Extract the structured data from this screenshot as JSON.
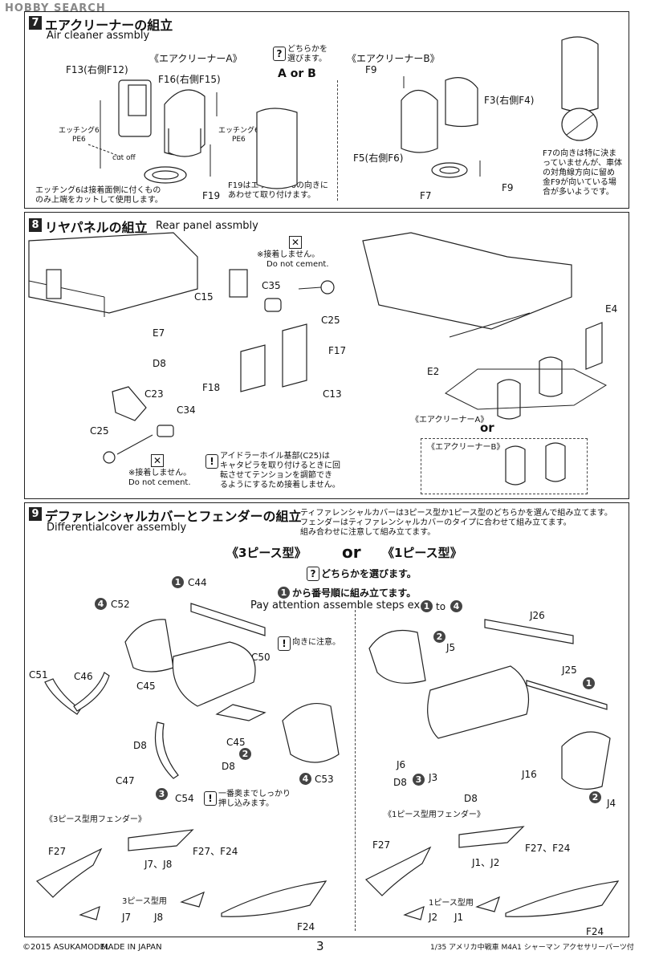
{
  "watermark": "HOBBY SEARCH",
  "step7": {
    "num": "7",
    "title": "エアクリーナーの組立",
    "subtitle": "Air cleaner assmbly",
    "variant_a": "《エアクリーナーA》",
    "variant_b": "《エアクリーナーB》",
    "choose_note": "どちらかを\n選びます。",
    "a_or_b": "A or B",
    "labels": {
      "f13": "F13(右側F12)",
      "f16": "F16(右側F15)",
      "etch_left": "エッチング6\nPE6",
      "etch_right": "エッチング6\nPE6",
      "cutoff": "cut off",
      "f19": "F19",
      "f9_top": "F9",
      "f3": "F3(右側F4)",
      "f5": "F5(右側F6)",
      "f7": "F7",
      "f9_bottom": "F9"
    },
    "note_etch": "エッチング6は接着面側に付くもの\nのみ上端をカットして使用します。",
    "note_f19": "F19はエッチング6の向きに\nあわせて取り付けます。",
    "note_f7": "F7の向きは特に決ま\nっていませんが、車体\nの対角線方向に留め\n金F9が向いている場\n合が多いようです。"
  },
  "step8": {
    "num": "8",
    "title": "リヤパネルの組立",
    "subtitle": "Rear panel assmbly",
    "no_cement_jp": "※接着しません。",
    "no_cement_en": "Do not cement.",
    "labels": {
      "c35": "C35",
      "c15": "C15",
      "c25_top": "C25",
      "e7": "E7",
      "d8": "D8",
      "f17": "F17",
      "f18": "F18",
      "c13": "C13",
      "c23": "C23",
      "c34": "C34",
      "c25_bottom": "C25",
      "e4": "E4",
      "e2": "E2"
    },
    "idler_note": "アイドラーホイル基部(C25)は\nキャタピラを取り付けるときに回\n転させてテンションを調節でき\nるようにするため接着しません。",
    "cleaner_a": "《エアクリーナーA》",
    "or": "or",
    "cleaner_b": "《エアクリーナーB》"
  },
  "step9": {
    "num": "9",
    "title": "デファレンシャルカバーとフェンダーの組立",
    "subtitle": "Differentialcover assembly",
    "note": "ティファレンシャルカバーは3ピース型か1ピース型のどちらかを選んで組み立てます。\nフェンダーはティファレンシャルカバーのタイプに合わせて組み立てます。\n組み合わせに注意して組み立てます。",
    "three_piece": "《3ピース型》",
    "or": "or",
    "one_piece": "《1ピース型》",
    "choose": "どちらかを選びます。",
    "order_jp": "から番号順に組み立てます。",
    "order_en": "Pay attention assemble steps ex",
    "order_to": "to",
    "direction_note": "向きに注意。",
    "push_note": "一番奥までしっかり\n押し込みます。",
    "labels": {
      "c44": "C44",
      "c52": "C52",
      "c50": "C50",
      "c51": "C51",
      "c46": "C46",
      "c45a": "C45",
      "c45b": "C45",
      "d8a": "D8",
      "d8b": "D8",
      "c47": "C47",
      "c54": "C54",
      "c53": "C53",
      "j26": "J26",
      "j5": "J5",
      "j25": "J25",
      "j6": "J6",
      "d8c": "D8",
      "j3": "J3",
      "d8d": "D8",
      "j16": "J16",
      "j4": "J4"
    },
    "fender3_title": "《3ピース型用フェンダー》",
    "fender1_title": "《1ピース型用フェンダー》",
    "fender_labels": {
      "f27a": "F27",
      "j7j8": "J7、J8",
      "f27f24a": "F27、F24",
      "three_use": "3ピース型用",
      "j7": "J7",
      "j8": "J8",
      "f24a": "F24",
      "f27b": "F27",
      "j1j2": "J1、J2",
      "f27f24b": "F27、F24",
      "one_use": "1ピース型用",
      "j2": "J2",
      "j1": "J1",
      "f24b": "F24"
    }
  },
  "footer": {
    "copyright": "©2015 ASUKAMODEL",
    "made_in": "MADE IN JAPAN",
    "page": "3",
    "product": "1/35 アメリカ中戦車 M4A1 シャーマン アクセサリーパーツ付"
  }
}
